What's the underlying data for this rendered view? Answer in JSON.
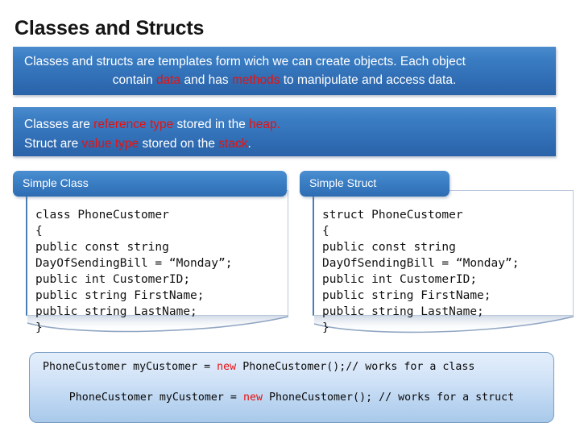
{
  "slide": {
    "title": "Classes and Structs",
    "banner_1": {
      "line_1_a": "Classes and structs are templates form wich we can create objects. Each object",
      "line_2_a": "contain ",
      "line_2_red_1": "data",
      "line_2_b": " and has ",
      "line_2_red_2": "methods",
      "line_2_c": " to manipulate and access data."
    },
    "banner_2": {
      "line_1_a": "Classes are ",
      "line_1_red_1": "reference type",
      "line_1_b": " stored in the ",
      "line_1_red_2": "heap.",
      "line_2_a": "Struct are ",
      "line_2_red_1": "value type",
      "line_2_b": " stored on the ",
      "line_2_red_2": "stack",
      "line_2_c": "."
    },
    "tabs": {
      "left_label": "Simple Class",
      "right_label": "Simple Struct"
    },
    "code_left": "class PhoneCustomer\n{\npublic const string\nDayOfSendingBill = “Monday”;\npublic int CustomerID;\npublic string FirstName;\npublic string LastName;\n}",
    "code_right": "struct PhoneCustomer\n{\npublic const string\nDayOfSendingBill = “Monday”;\npublic int CustomerID;\npublic string FirstName;\npublic string LastName;\n}",
    "usage": {
      "line_1_a": "PhoneCustomer myCustomer = ",
      "line_1_red": "new",
      "line_1_b": " PhoneCustomer();// works for a class",
      "line_2_a": "PhoneCustomer myCustomer = ",
      "line_2_red": "new",
      "line_2_b": " PhoneCustomer(); // works for a struct"
    }
  },
  "colors": {
    "banner_blue_top": "#4a8ccd",
    "banner_blue_bottom": "#2a63a8",
    "keyword_red": "#e8110f",
    "panel_light_top": "#e4eefb",
    "panel_light_bottom": "#a9c9ea",
    "title_black": "#151515",
    "code_border_blue": "#4b7db5"
  }
}
